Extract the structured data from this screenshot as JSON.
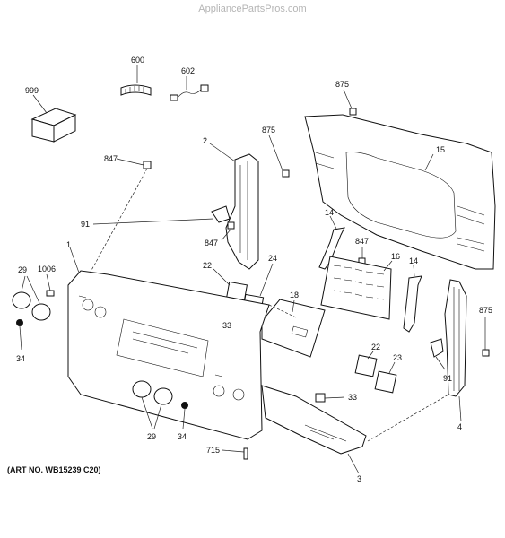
{
  "watermark": "AppliancePartsPros.com",
  "art_number": "(ART NO. WB15239 C20)",
  "labels": {
    "p999": "999",
    "p600": "600",
    "p602": "602",
    "p875a": "875",
    "p875b": "875",
    "p875c": "875",
    "p847a": "847",
    "p847b": "847",
    "p847c": "847",
    "p2": "2",
    "p15": "15",
    "p91a": "91",
    "p91b": "91",
    "p14a": "14",
    "p14b": "14",
    "p16": "16",
    "p1": "1",
    "p29a": "29",
    "p29b": "29",
    "p1006": "1006",
    "p34a": "34",
    "p34b": "34",
    "p22a": "22",
    "p22b": "22",
    "p24": "24",
    "p18": "18",
    "p33a": "33",
    "p33b": "33",
    "p23": "23",
    "p4": "4",
    "p3": "3",
    "p715": "715"
  }
}
